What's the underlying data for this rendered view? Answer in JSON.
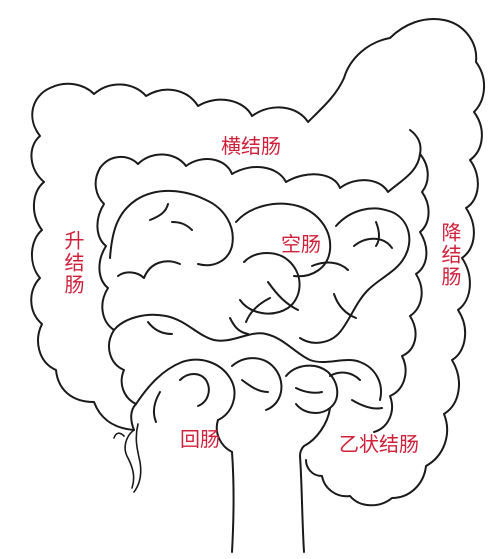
{
  "labels": {
    "transverse_colon": "横结肠",
    "jejunum": "空肠",
    "ileum": "回肠",
    "sigmoid_colon": "乙状结肠",
    "ascending_colon": "升结肠",
    "descending_colon": "降结肠"
  },
  "colors": {
    "label": "#d1203a",
    "outline": "#1a1a1a",
    "background": "#ffffff"
  }
}
